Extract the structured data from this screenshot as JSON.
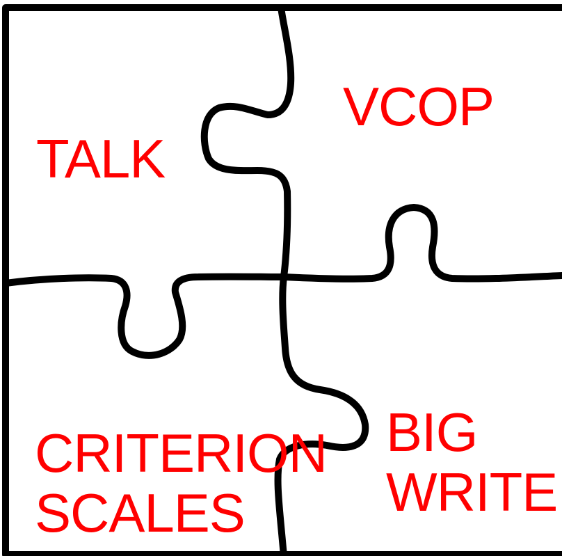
{
  "puzzle": {
    "pieces": [
      {
        "id": "top-left",
        "lines": [
          "TALK"
        ]
      },
      {
        "id": "top-right",
        "lines": [
          "VCOP"
        ]
      },
      {
        "id": "bottom-left",
        "lines": [
          "CRITERION",
          "SCALES"
        ]
      },
      {
        "id": "bottom-right",
        "lines": [
          "BIG",
          "WRITE"
        ]
      }
    ],
    "colors": {
      "label": "#ff0000",
      "outline": "#000000",
      "background": "#ffffff"
    }
  }
}
